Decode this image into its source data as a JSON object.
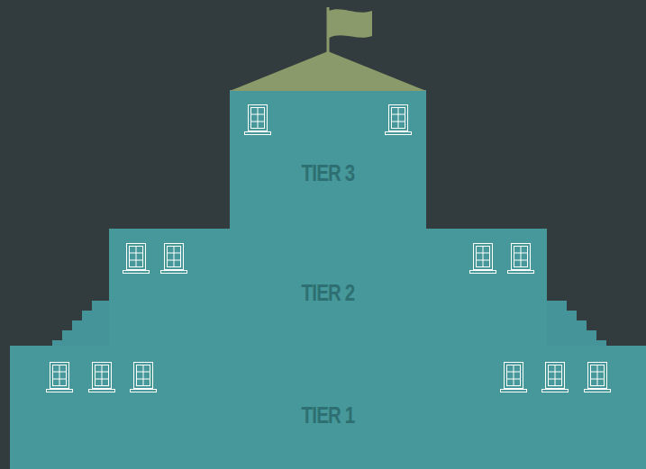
{
  "diagram": {
    "nodes": [
      {
        "text": [
          "TIER 3"
        ]
      },
      {
        "text": [
          "TIER 2"
        ]
      },
      {
        "text": [
          "TIER 1"
        ]
      }
    ]
  }
}
